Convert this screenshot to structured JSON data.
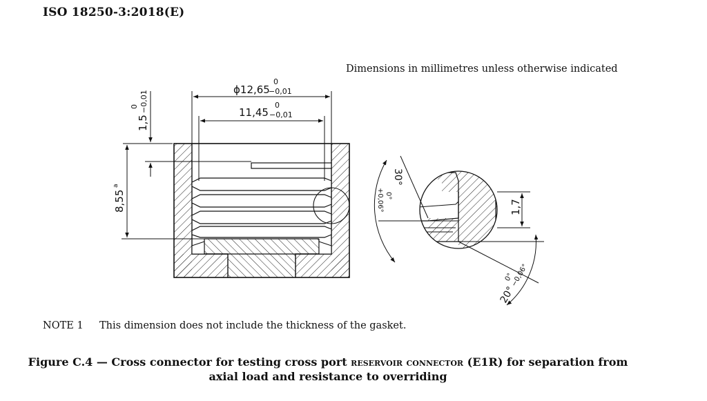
{
  "header": {
    "standard": "ISO 18250-3:2018(E)"
  },
  "dimensions_note": "Dimensions in millimetres unless otherwise indicated",
  "drawing": {
    "dim_outer_diameter": "ϕ12,65",
    "dim_outer_tol_upper": "0",
    "dim_outer_tol_lower": "−0,01",
    "dim_inner_diameter": "11,45",
    "dim_inner_tol_upper": "0",
    "dim_inner_tol_lower": "−0,01",
    "dim_top_offset": "1,5",
    "dim_top_tol_upper": "0",
    "dim_top_tol_lower": "−0,01",
    "dim_height": "8,55",
    "dim_height_note": "a",
    "detail_dim": "1,7",
    "angle_upper": "30°",
    "angle_upper_tol_upper": "0°",
    "angle_upper_tol_lower": "+0,06°",
    "angle_lower": "20°",
    "angle_lower_tol_upper": "0°",
    "angle_lower_tol_lower": "−0,06°"
  },
  "note": {
    "label": "NOTE 1",
    "text": "This dimension does not include the thickness of the gasket."
  },
  "caption": {
    "part1": "Figure C.4 — Cross connector for testing cross port ",
    "part2": "reservoir connector",
    "part3": " (E1R) for separation from axial load and resistance to overriding"
  }
}
